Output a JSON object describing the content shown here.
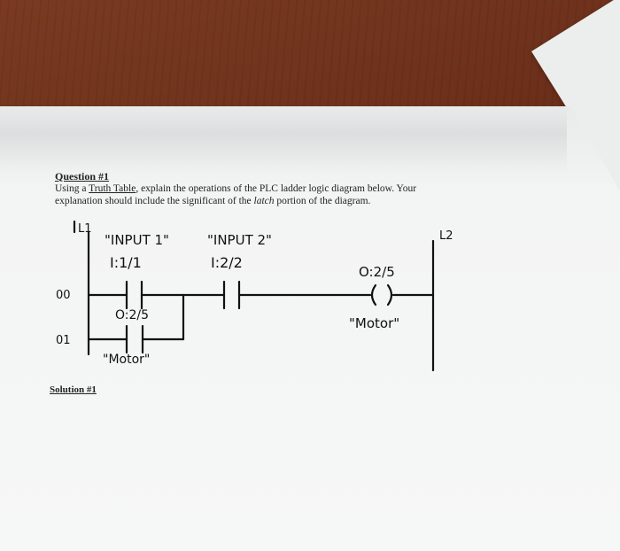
{
  "question": {
    "title": "Question #1",
    "line1_a": "Using a ",
    "line1_link": "Truth Table",
    "line1_b": ", explain the operations of the PLC ladder logic diagram below. Your",
    "line2_a": "explanation should include the significant of the ",
    "line2_italic": "latch",
    "line2_b": " portion of the diagram."
  },
  "diagram": {
    "left_rail": "L1",
    "right_rail": "L2",
    "input1_name": "\"INPUT 1\"",
    "input1_addr": "I:1/1",
    "input2_name": "\"INPUT 2\"",
    "input2_addr": "I:2/2",
    "output_addr": "O:2/5",
    "output_name": "\"Motor\"",
    "latch_addr": "O:2/5",
    "latch_name": "\"Motor\"",
    "rung0": "00",
    "rung1": "01"
  },
  "solution": {
    "title": "Solution #1"
  }
}
